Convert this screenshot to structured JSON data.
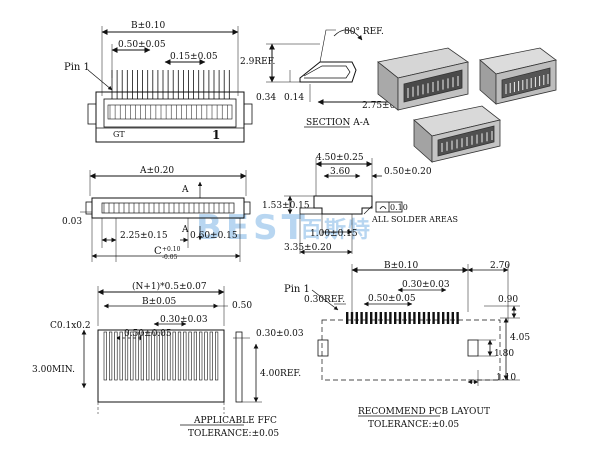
{
  "top_view": {
    "dim_b": "B±0.10",
    "dim_pitch": "0.50±0.05",
    "dim_width": "0.15±0.05",
    "pin1": "Pin 1",
    "label_gt": "GT",
    "label_one": "1"
  },
  "section_view": {
    "angle": "80°  REF.",
    "h_ref": "2.9REF.",
    "d1": "0.34",
    "d2": "0.14",
    "d3": "2.75±0.15",
    "title": "SECTION A-A"
  },
  "front_view": {
    "dim_a": "A±0.20",
    "section_mark_top": "A",
    "section_mark_bottom": "A",
    "dim_left": "0.03",
    "dim_225": "2.25±0.15",
    "dim_060": "0.60±0.15",
    "dim_c": "C",
    "dim_c_tol_plus": "+0.10",
    "dim_c_tol_minus": "-0.05"
  },
  "side_view": {
    "d450": "4.50±0.25",
    "d360": "3.60",
    "d050": "0.50±0.20",
    "d153": "1.53±0.15",
    "d100": "1.00±0.15",
    "d335": "3.35±0.20",
    "flat": "0.10",
    "solder_note": "ALL SOLDER AREAS"
  },
  "fpc": {
    "d_pitch_total": "(N+1)*0.5±0.07",
    "d_b": "B±0.05",
    "d050": "0.50",
    "d030a": "0.30±0.03",
    "d030b": "0.30±0.03",
    "chamfer": "C0.1x0.2",
    "d_pitch": "0.50±0.05",
    "d300min": "3.00MIN.",
    "d400ref": "4.00REF.",
    "title": "APPLICABLE FFC",
    "tolerance": "TOLERANCE:±0.05"
  },
  "pcb": {
    "d_b": "B±0.10",
    "d270": "2.70",
    "pin1": "Pin 1",
    "d030ref": "0.30REF.",
    "d050": "0.50±0.05",
    "d030": "0.30±0.03",
    "d090": "0.90",
    "d405": "4.05",
    "d180": "1.80",
    "d110": "1.10",
    "title": "RECOMMEND PCB LAYOUT",
    "tolerance": "TOLERANCE:±0.05"
  },
  "watermark": {
    "latin": "BEST",
    "cjk": "百斯特"
  },
  "colors": {
    "ink": "#111111",
    "grey": "#9a9a9a",
    "watermark": "#7fb6e6"
  }
}
